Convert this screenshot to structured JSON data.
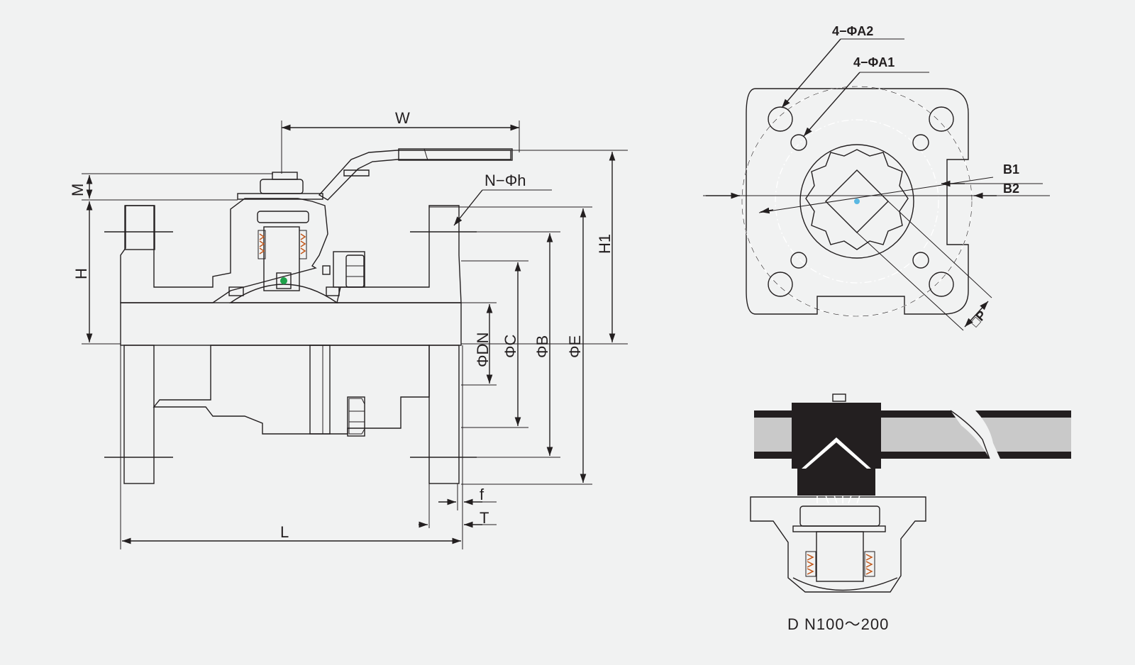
{
  "labels": {
    "W": "W",
    "M": "M",
    "H": "H",
    "H1": "H1",
    "L": "L",
    "N_h": "N−Φh",
    "dia_DN": "ΦDN",
    "dia_C": "ΦC",
    "dia_B": "ΦB",
    "dia_E": "ΦE",
    "f": "f",
    "T": "T",
    "A2": "4−ΦA2",
    "A1": "4−ΦA1",
    "B1": "B1",
    "B2": "B2",
    "P": "□P"
  },
  "caption": "D N100～200",
  "colors": {
    "body_blue": "#6d7ab3",
    "flange_cyan": "#a9d6db",
    "plate_teal": "#64b6bd",
    "handle_yellow": "#f7d117",
    "stem_brown": "#9a7c57",
    "seat_black": "#231f20",
    "pipe_grey": "#c9c9c9"
  }
}
